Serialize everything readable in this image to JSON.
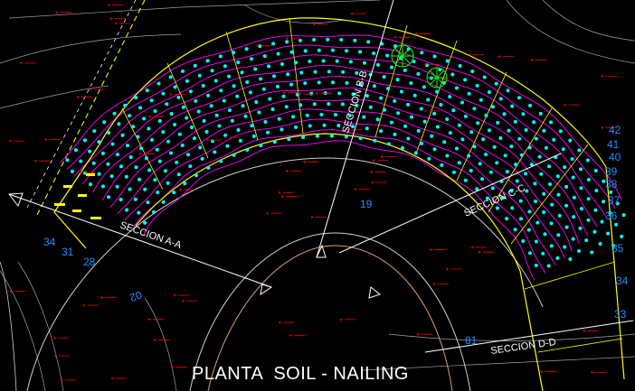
{
  "drawing": {
    "title": "PLANTA  SOIL - NAILING",
    "sections": [
      {
        "label": "SECCION A-A"
      },
      {
        "label": "SECCION B-B"
      },
      {
        "label": "SECCION C-C"
      },
      {
        "label": "SECCION D-D"
      }
    ],
    "contour_labels_right": [
      "42",
      "41",
      "40",
      "39",
      "38",
      "37",
      "36",
      "35",
      "34",
      "33"
    ],
    "contour_labels_left": [
      "34",
      "31",
      "28"
    ],
    "contour_labels_misc": [
      "19",
      "02",
      "81"
    ],
    "colors": {
      "background": "#000000",
      "contours": "#ff00ff",
      "boundary": "#ffff00",
      "nails": "#00ffff",
      "spot_elevations": "#ff0000",
      "labels": "#ffffff",
      "contour_numbers": "#1e90ff",
      "trees": "#00ff00"
    }
  }
}
